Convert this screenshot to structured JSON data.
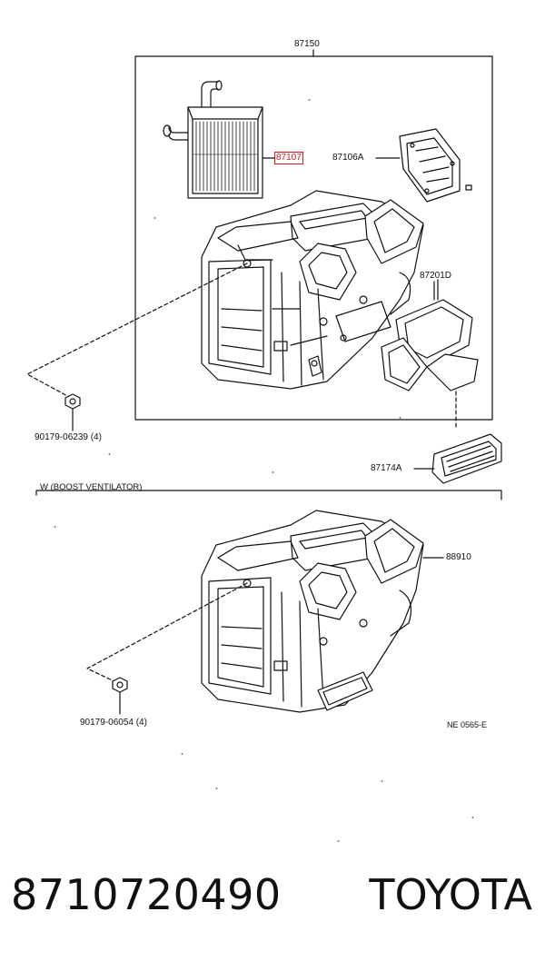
{
  "labels": {
    "assembly_top": "87150",
    "heater_core": "87107",
    "bracket": "87106A",
    "duct": "87201D",
    "nut_top": "90179-06239 (4)",
    "grille": "87174A",
    "section_title": "W (BOOST VENTILATOR)",
    "unit_bottom": "88910",
    "nut_bottom": "90179-06054 (4)",
    "diagram_code": "NE 0565-E"
  },
  "footer": {
    "part_number": "8710720490",
    "brand": "TOYOTA"
  },
  "colors": {
    "highlight": "#e0141e",
    "line": "#111111"
  }
}
